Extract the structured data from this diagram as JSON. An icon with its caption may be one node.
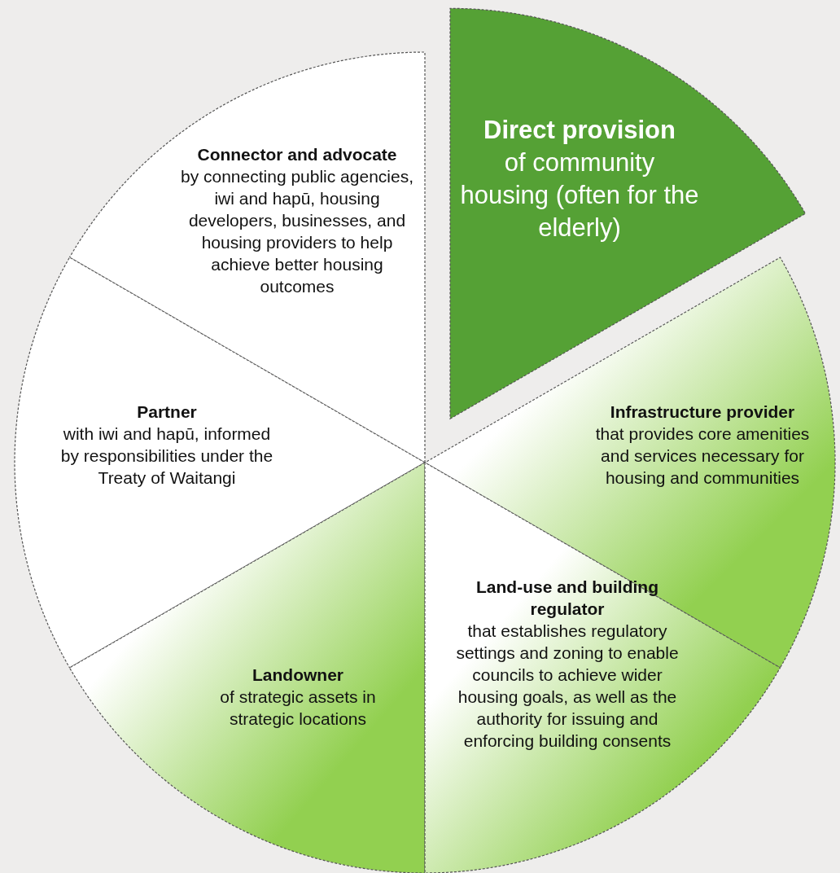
{
  "diagram": {
    "nodes": [
      {
        "text": [
          "Connector and advocate",
          "by connecting public agencies, iwi and hapū, housing developers, businesses, and housing providers to help achieve better housing outcomes"
        ]
      },
      {
        "text": [
          "Direct provision",
          "of community housing (often for the elderly)"
        ]
      },
      {
        "text": [
          "Partner",
          "with iwi and hapū, informed by responsibilities under the Treaty of Waitangi"
        ]
      },
      {
        "text": [
          "Infrastructure provider",
          "that provides core amenities and services necessary for housing and communities"
        ]
      },
      {
        "text": [
          "Landowner",
          "of strategic assets in strategic locations"
        ]
      },
      {
        "text": [
          "Land-use and building regulator",
          "that establishes regulatory settings and zoning to enable councils to achieve wider housing goals, as well as the authority for issuing and enforcing building consents"
        ]
      }
    ]
  }
}
